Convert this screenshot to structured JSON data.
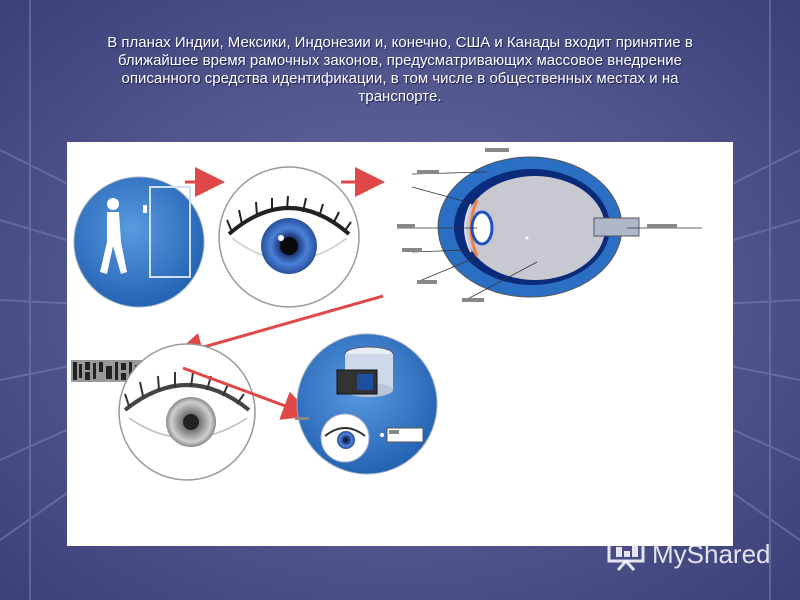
{
  "slide": {
    "title_lines": [
      "В планах Индии, Мексики, Индонезии и, конечно, США и Канады входит принятие в",
      "ближайшее время рамочных законов, предусматривающих массовое внедрение",
      "описанного средства идентификации, в том числе в общественных местах и на",
      "транспорте."
    ]
  },
  "watermark": {
    "text": "MyShared",
    "icon": "projector-screen-icon"
  },
  "colors": {
    "background": "#4a4f86",
    "arrow": "#e04848",
    "circle_blue": "#2a6fc0",
    "iris_blue": "#3b6fc4"
  }
}
